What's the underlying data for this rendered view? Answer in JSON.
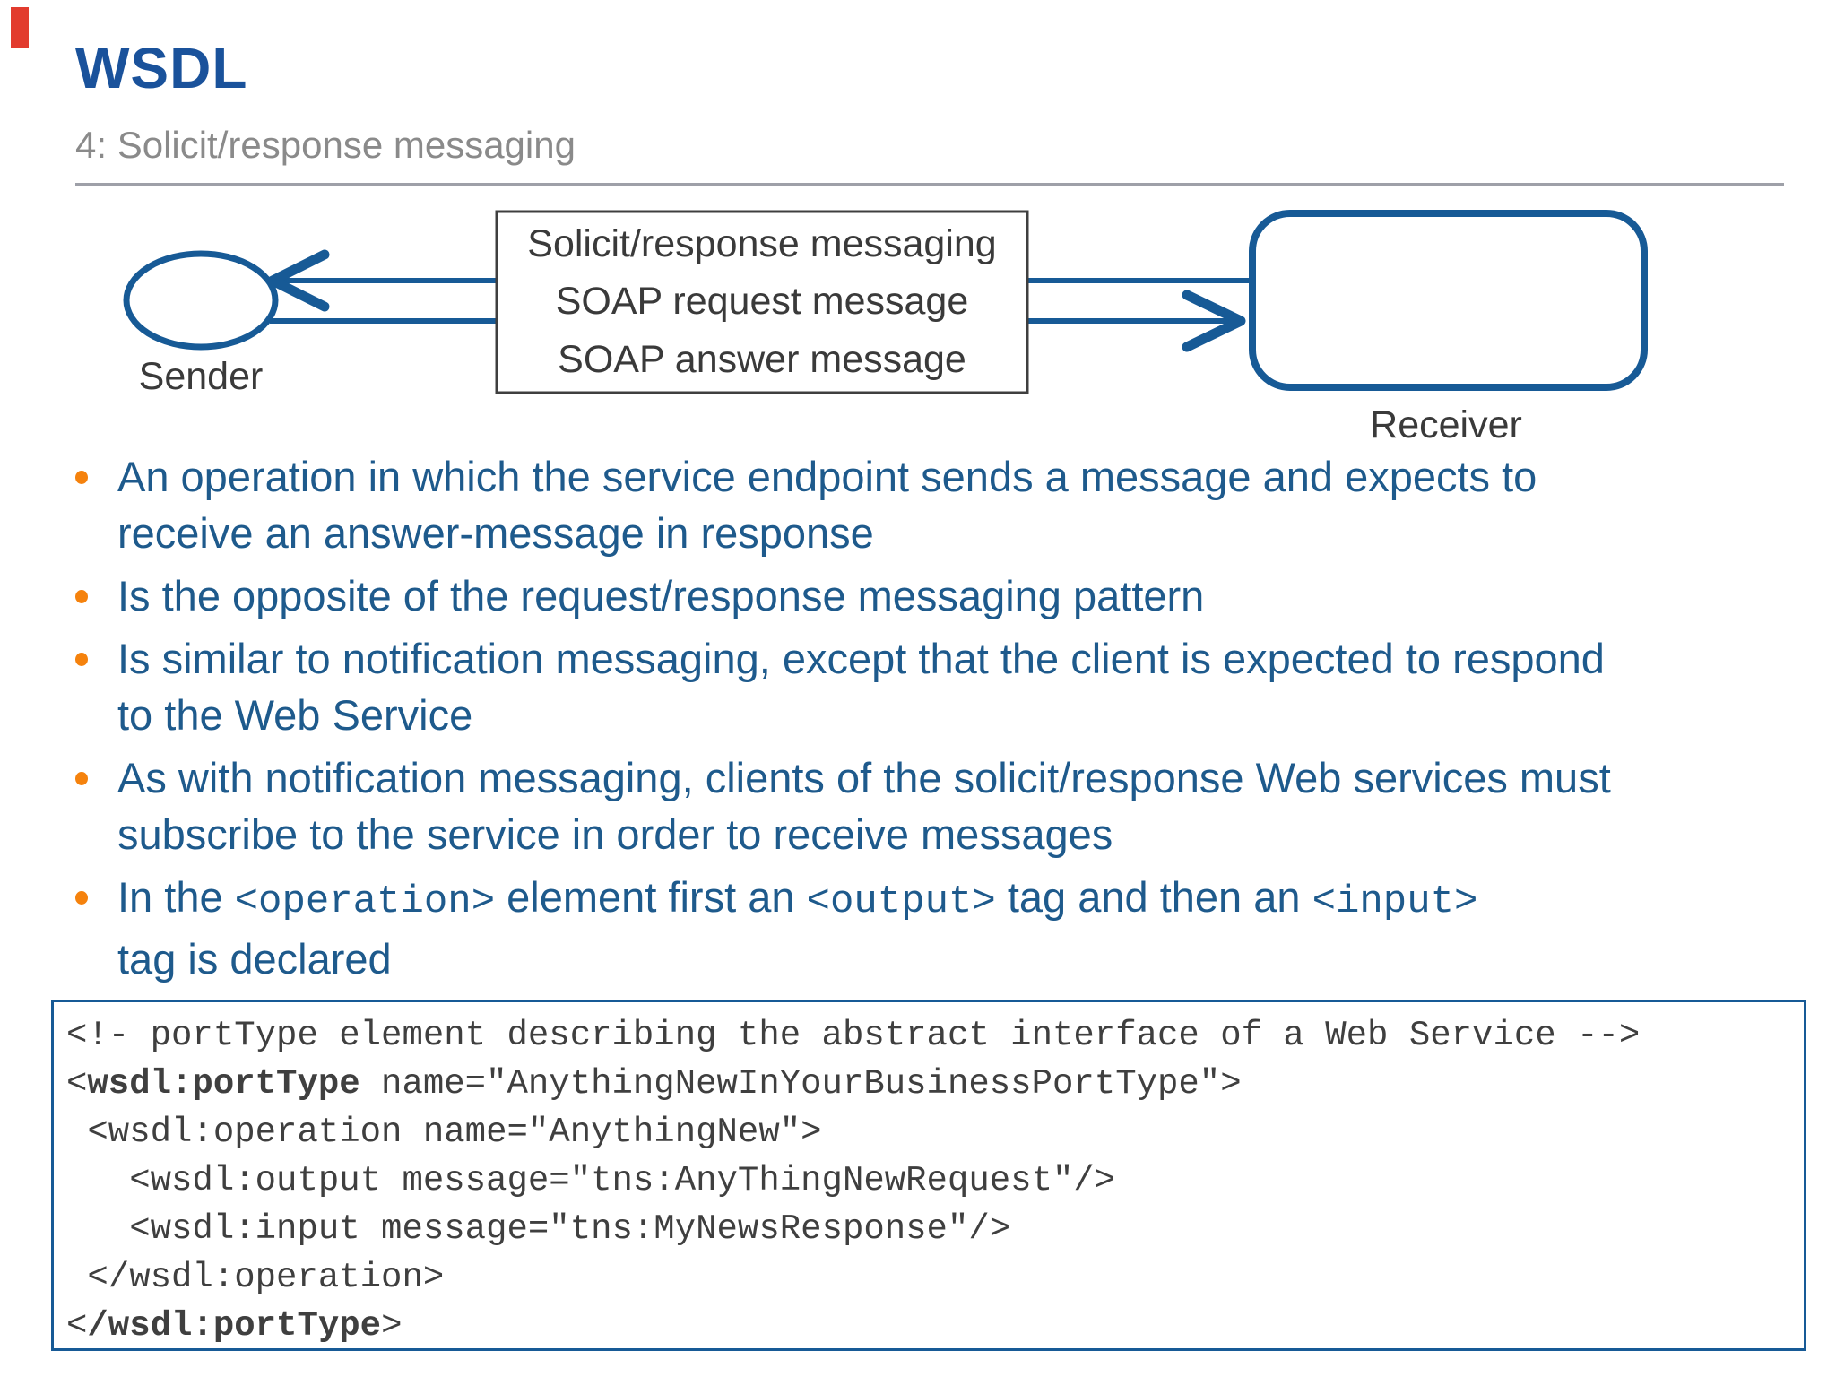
{
  "colors": {
    "accent_red": "#e23b2e",
    "title_blue": "#1a529b",
    "subtitle_gray": "#8a8a8a",
    "divider_gray": "#9ea0a8",
    "text_blue": "#1e5a8c",
    "bullet_orange": "#f5820d",
    "diagram_blue": "#175a96",
    "box_border_gray": "#3f3f3f"
  },
  "slide": {
    "title": "WSDL",
    "subtitle": "4: Solicit/response messaging"
  },
  "diagram": {
    "box_lines": [
      "Solicit/response messaging",
      "SOAP request message",
      "SOAP answer message"
    ],
    "sender_label": "Sender",
    "receiver_label": "Receiver"
  },
  "bullets": [
    {
      "lines": [
        [
          {
            "t": "An operation in which the service endpoint sends a message and expects to"
          }
        ],
        [
          {
            "t": "receive an answer-message in response"
          }
        ]
      ]
    },
    {
      "lines": [
        [
          {
            "t": "Is the opposite of the request/response messaging pattern"
          }
        ]
      ]
    },
    {
      "lines": [
        [
          {
            "t": "Is similar to notification messaging, except that the client is expected to respond"
          }
        ],
        [
          {
            "t": "to the Web Service"
          }
        ]
      ]
    },
    {
      "lines": [
        [
          {
            "t": "As with notification messaging, clients of the solicit/response Web services must"
          }
        ],
        [
          {
            "t": "subscribe to the service in order to receive messages"
          }
        ]
      ]
    },
    {
      "lines": [
        [
          {
            "t": "In the "
          },
          {
            "t": "<operation>",
            "mono": true
          },
          {
            "t": " element first an "
          },
          {
            "t": "<output>",
            "mono": true
          },
          {
            "t": " tag and then an "
          },
          {
            "t": "<input>",
            "mono": true
          }
        ],
        [
          {
            "t": "tag is declared"
          }
        ]
      ]
    }
  ],
  "code": {
    "lines": [
      [
        {
          "t": "<!- portType element describing the abstract interface of a Web Service -->",
          "b": false
        }
      ],
      [
        {
          "t": "<",
          "b": false
        },
        {
          "t": "wsdl:portType",
          "b": true
        },
        {
          "t": " name=\"AnythingNewInYourBusinessPortType\">",
          "b": false
        }
      ],
      [
        {
          "t": " <wsdl:operation name=\"AnythingNew\">",
          "b": false
        }
      ],
      [
        {
          "t": "   <wsdl:output message=\"tns:AnyThingNewRequest\"/>",
          "b": false
        }
      ],
      [
        {
          "t": "   <wsdl:input message=\"tns:MyNewsResponse\"/>",
          "b": false
        }
      ],
      [
        {
          "t": " </wsdl:operation>",
          "b": false
        }
      ],
      [
        {
          "t": "<",
          "b": false
        },
        {
          "t": "/wsdl:portType",
          "b": true
        },
        {
          "t": ">",
          "b": false
        }
      ]
    ]
  }
}
